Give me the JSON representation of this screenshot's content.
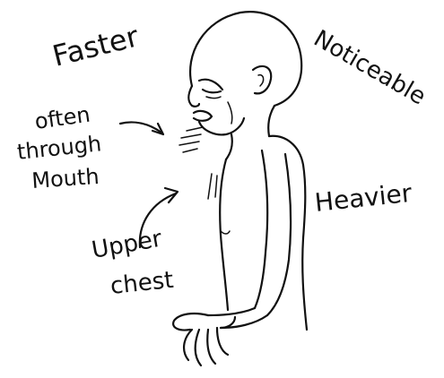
{
  "labels": {
    "faster": "Faster",
    "noticeable": "Noticeable",
    "often_through_mouth_line1": "often",
    "often_through_mouth_line2": "through",
    "often_through_mouth_line3": "Mouth",
    "heavier": "Heavier",
    "upper_chest_line1": "Upper",
    "upper_chest_line2": "chest"
  },
  "colors": {
    "ink": "#111111",
    "background": "#ffffff"
  }
}
